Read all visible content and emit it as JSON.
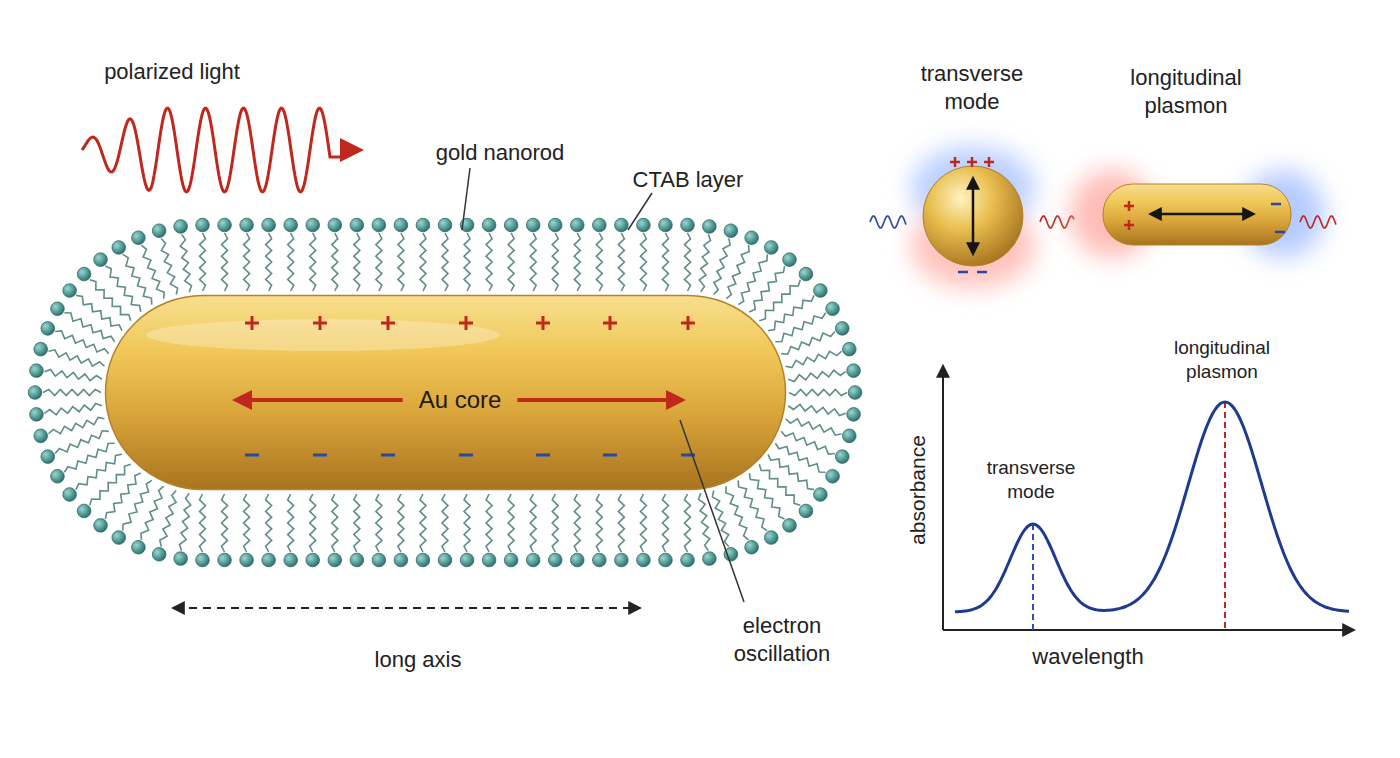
{
  "diagram": {
    "nodes": [
      {
        "text": [
          "Au core"
        ]
      }
    ],
    "labels": [
      "polarized light",
      "gold nanorod",
      "CTAB layer",
      "transverse mode",
      "longitudinal plasmon",
      "longitudinal plasmon",
      "absorbance",
      "transverse mode",
      "long axis",
      "electron oscillation",
      "wavelength"
    ]
  }
}
